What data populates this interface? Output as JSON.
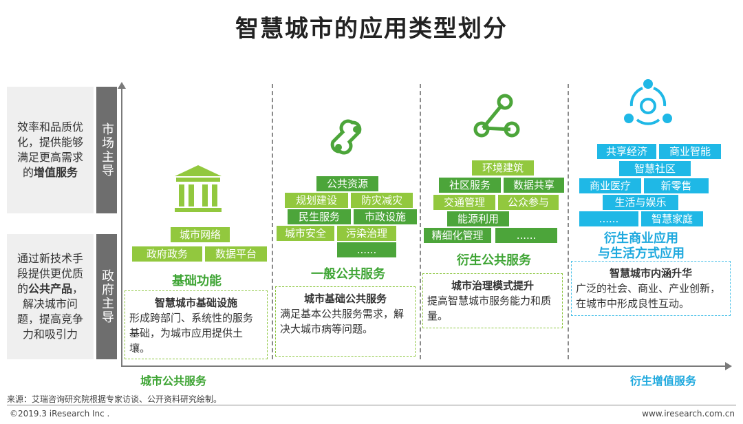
{
  "title": "智慧城市的应用类型划分",
  "left_top": {
    "text_plain": "效率和品质优化，提供能够满足更高需求的",
    "text_bold": "增值服务",
    "vertical_label": "市场主导"
  },
  "left_bottom": {
    "text_plain_1": "通过新技术手段提供更优质的",
    "text_bold": "公共产品",
    "text_plain_2": "，解决城市问题，提高竞争力和吸引力",
    "vertical_label": "政府主导"
  },
  "columns": [
    {
      "icon": "government-building-icon",
      "tags": [
        [
          "城市网络"
        ],
        [
          "政府政务",
          "数据平台"
        ]
      ],
      "heading": "基础功能",
      "desc_title": "智慧城市基础设施",
      "desc_body": "形成跨部门、系统性的服务基础，为城市应用提供土壤。"
    },
    {
      "icon": "link-icon",
      "tags": [
        [
          "公共资源"
        ],
        [
          "规划建设",
          "防灾减灾"
        ],
        [
          "民生服务",
          "市政设施"
        ],
        [
          "城市安全",
          "污染治理"
        ],
        [
          "......"
        ]
      ],
      "heading": "一般公共服务",
      "desc_title": "城市基础公共服务",
      "desc_body": "满足基本公共服务需求，解决大城市病等问题。"
    },
    {
      "icon": "network-nodes-icon",
      "tags": [
        [
          "环境建筑"
        ],
        [
          "社区服务",
          "数据共享"
        ],
        [
          "交通管理",
          "公众参与"
        ],
        [
          "能源利用"
        ],
        [
          "精细化管理",
          "......"
        ]
      ],
      "heading": "衍生公共服务",
      "desc_title": "城市治理模式提升",
      "desc_body": "提高智慧城市服务能力和质量。"
    },
    {
      "icon": "shared-hub-icon",
      "tags": [
        [
          "共享经济",
          "商业智能"
        ],
        [
          "智慧社区"
        ],
        [
          "商业医疗",
          "新零售"
        ],
        [
          "生活与娱乐"
        ],
        [
          "......",
          "智慧家庭"
        ]
      ],
      "heading_line1": "衍生商业应用",
      "heading_line2": "与生活方式应用",
      "desc_title": "智慧城市内涵升华",
      "desc_body": "广泛的社会、商业、产业创新，在城市中形成良性互动。"
    }
  ],
  "axis_label_left": "城市公共服务",
  "axis_label_right": "衍生增值服务",
  "source": "来源：艾瑞咨询研究院根据专家访谈、公开资料研究绘制。",
  "footer_left": "©2019.3 iResearch Inc .",
  "footer_right": "www.iresearch.com.cn",
  "colors": {
    "lime": "#92c83e",
    "green": "#4ca53a",
    "cyan": "#1fb8e6",
    "axis": "#7a7a7a"
  }
}
